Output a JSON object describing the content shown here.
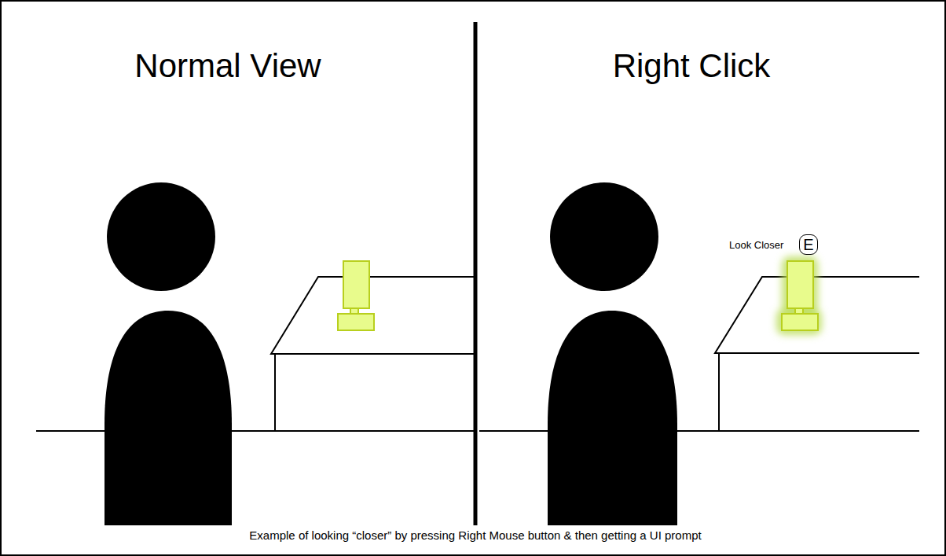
{
  "diagram": {
    "caption": "Example of looking “closer” by pressing Right Mouse button & then getting a UI prompt",
    "nodes": [
      {
        "text": [
          "E"
        ]
      }
    ],
    "labels": [
      "Normal View",
      "Right Click",
      "Look Closer"
    ]
  }
}
